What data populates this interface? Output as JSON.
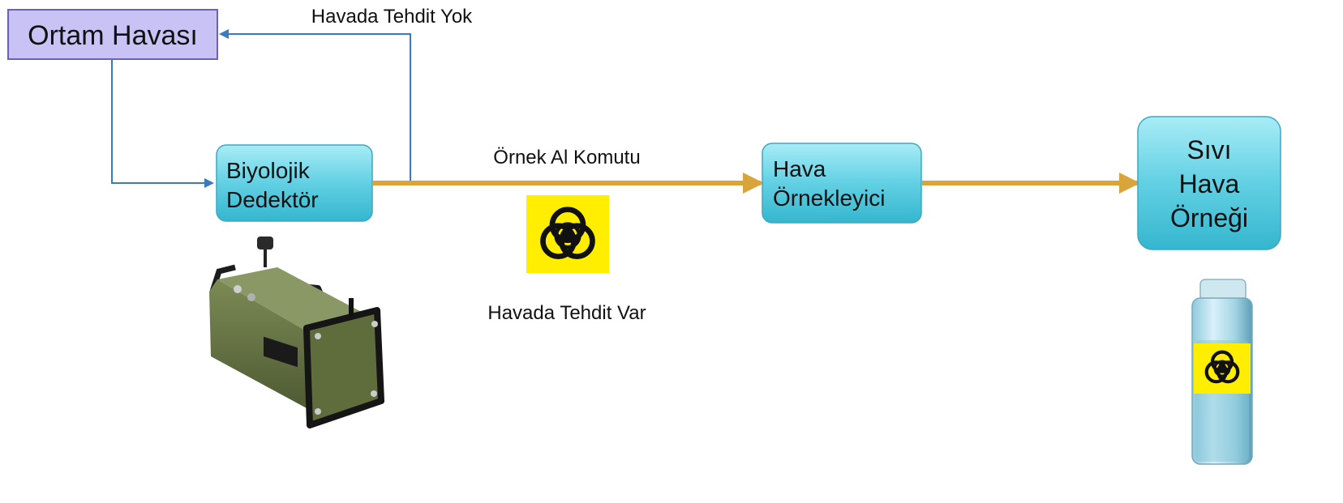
{
  "nodes": {
    "ambient_air": {
      "label": "Ortam Havası"
    },
    "bio_detector": {
      "lines": [
        "Biyolojik",
        "Dedektör"
      ]
    },
    "air_sampler": {
      "lines": [
        "Hava",
        "Örnekleyici"
      ]
    },
    "liquid_sample": {
      "lines": [
        "Sıvı",
        "Hava",
        "Örneği"
      ]
    }
  },
  "edges": {
    "no_threat_label": "Havada Tehdit Yok",
    "sample_command_label": "Örnek Al Komutu",
    "threat_label": "Havada Tehdit Var"
  },
  "icons": [
    "biohazard-icon",
    "bio-detector-device-icon",
    "sample-vial-icon"
  ],
  "colors": {
    "ambient_box_fill": "#c9c2f5",
    "ambient_box_border": "#6a5fc9",
    "process_box_fill": "#5fcde0",
    "blue_arrow": "#3a7bc0",
    "orange_arrow": "#d9a53a",
    "biohazard_yellow": "#ffee00"
  }
}
